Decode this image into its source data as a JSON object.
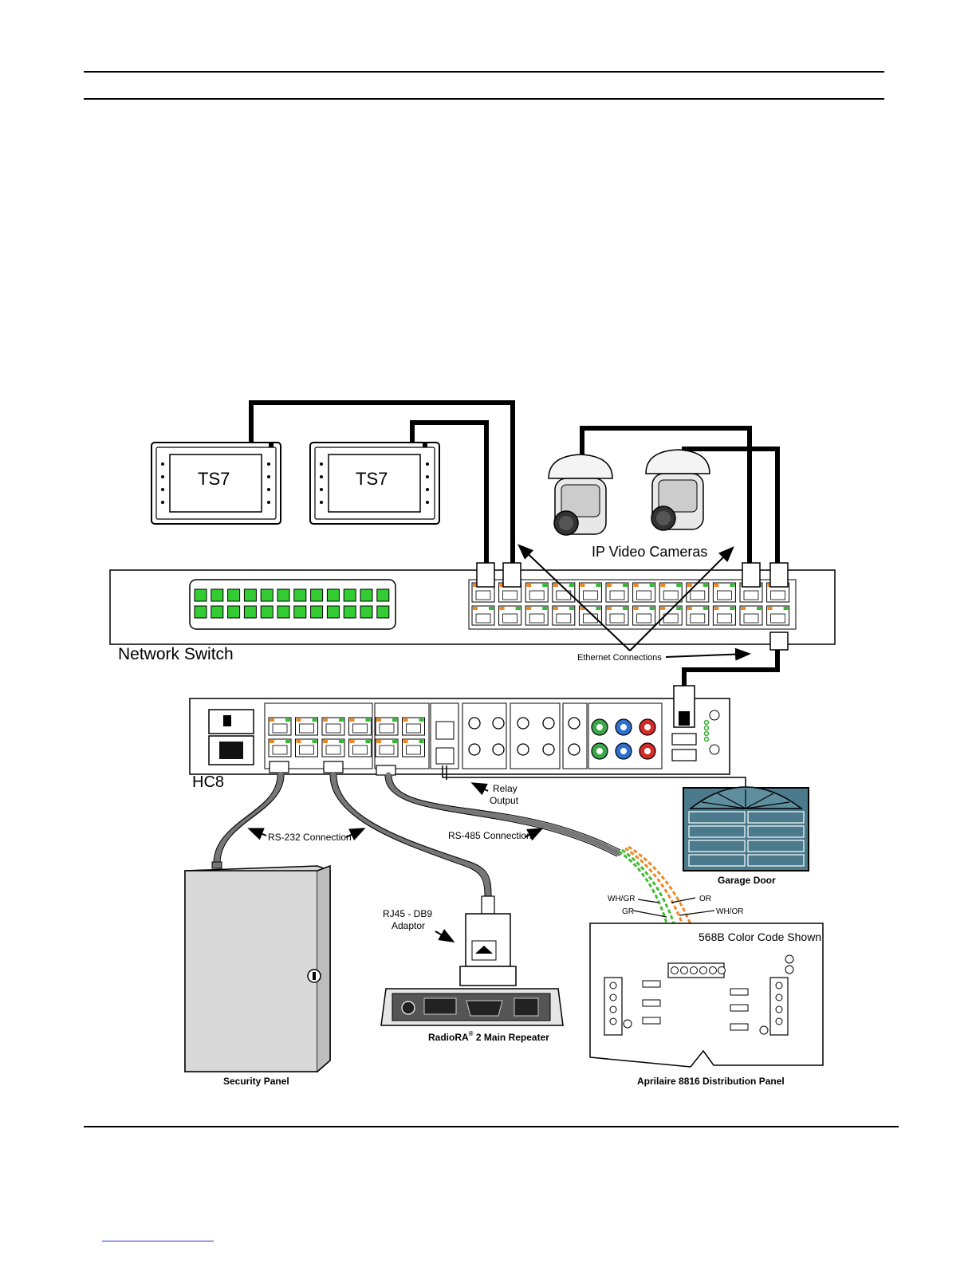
{
  "labels": {
    "ts7_left": "TS7",
    "ts7_right": "TS7",
    "ip_cameras": "IP Video Cameras",
    "network_switch": "Network Switch",
    "ethernet_connections": "Ethernet Connections",
    "hc8": "HC8",
    "relay_output_line1": "Relay",
    "relay_output_line2": "Output",
    "rs232_connection": "RS-232 Connection",
    "rs485_connection": "RS-485 Connection",
    "garage_door": "Garage Door",
    "rj45_db9_line1": "RJ45 - DB9",
    "rj45_db9_line2": "Adaptor",
    "wire_whgr": "WH/GR",
    "wire_or": "OR",
    "wire_gr": "GR",
    "wire_whor": "WH/OR",
    "color_code": "568B Color Code Shown",
    "security_panel": "Security Panel",
    "radiora_repeater_prefix": "RadioRA",
    "radiora_reg": "®",
    "radiora_repeater_suffix": " 2 Main Repeater",
    "aprilaire_panel": "Aprilaire 8816 Distribution Panel"
  },
  "colors": {
    "switch_led": "#33cc33",
    "wire_green": "#44bb33",
    "wire_orange": "#ee8822",
    "garage_blue": "#4a7a8c",
    "cable_gray": "#777777"
  }
}
